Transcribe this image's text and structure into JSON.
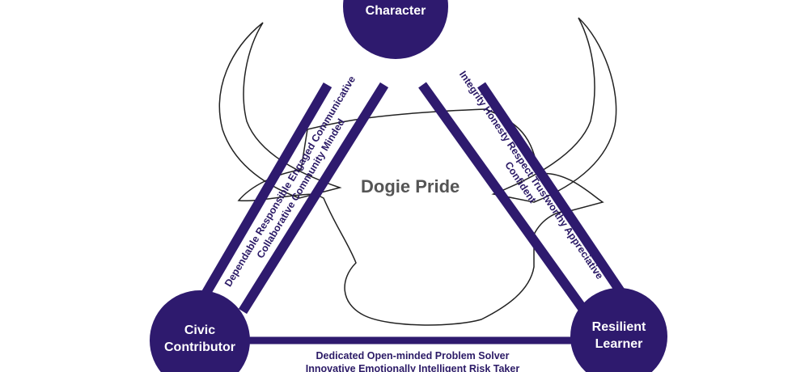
{
  "title": "Dogie Pride",
  "colors": {
    "primary": "#2e1a6e",
    "title_gray": "#555555"
  },
  "nodes": {
    "top": "Character",
    "left": [
      "Civic",
      "Contributor"
    ],
    "right": [
      "Resilient",
      "Learner"
    ]
  },
  "bands": {
    "left": [
      "Dependable Responsible Engaged Communicative",
      "Collaborative Community Minded"
    ],
    "right": [
      "Integrity Honesty Respect Trustworthy Appreciative",
      "Confident"
    ],
    "bottom": [
      "Dedicated Open-minded Problem Solver",
      "Innovative Emotionally Intelligent Risk Taker"
    ]
  }
}
